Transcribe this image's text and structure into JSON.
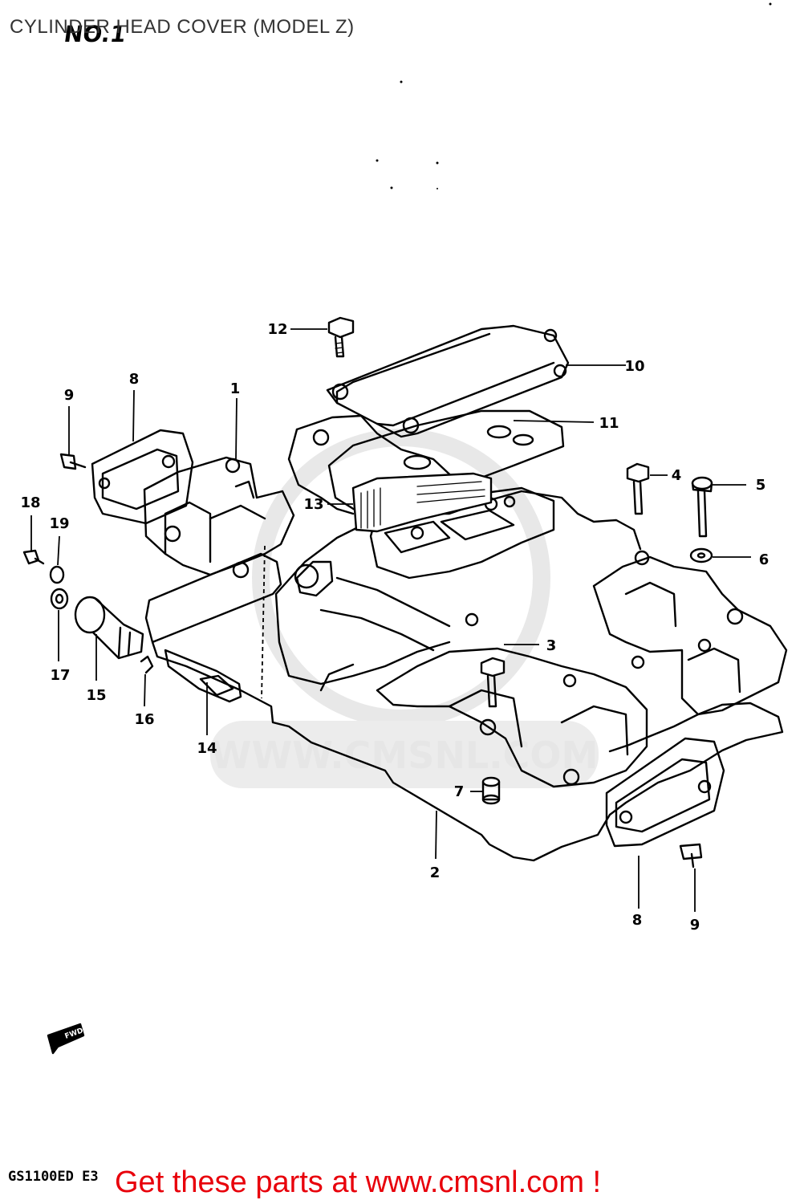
{
  "title": "CYLINDER HEAD COVER (MODEL Z)",
  "figure_stamp": "NO.1",
  "watermark_text": "WWW.CMSNL.COM",
  "fwd_marker": "FWD",
  "model_code": "GS1100ED  E3",
  "cta_text": "Get these parts at www.cmsnl.com !",
  "colors": {
    "cta": "#e8000b",
    "line": "#000000",
    "title": "#333333",
    "watermark": "#e6e6e6"
  },
  "callouts": [
    {
      "id": "1",
      "label": "1"
    },
    {
      "id": "2",
      "label": "2"
    },
    {
      "id": "3",
      "label": "3"
    },
    {
      "id": "4",
      "label": "4"
    },
    {
      "id": "5",
      "label": "5"
    },
    {
      "id": "6",
      "label": "6"
    },
    {
      "id": "7",
      "label": "7"
    },
    {
      "id": "8a",
      "label": "8"
    },
    {
      "id": "8b",
      "label": "8"
    },
    {
      "id": "9a",
      "label": "9"
    },
    {
      "id": "9b",
      "label": "9"
    },
    {
      "id": "10",
      "label": "10"
    },
    {
      "id": "11",
      "label": "11"
    },
    {
      "id": "12",
      "label": "12"
    },
    {
      "id": "13",
      "label": "13"
    },
    {
      "id": "14",
      "label": "14"
    },
    {
      "id": "15",
      "label": "15"
    },
    {
      "id": "16",
      "label": "16"
    },
    {
      "id": "17",
      "label": "17"
    },
    {
      "id": "18",
      "label": "18"
    },
    {
      "id": "19",
      "label": "19"
    }
  ]
}
